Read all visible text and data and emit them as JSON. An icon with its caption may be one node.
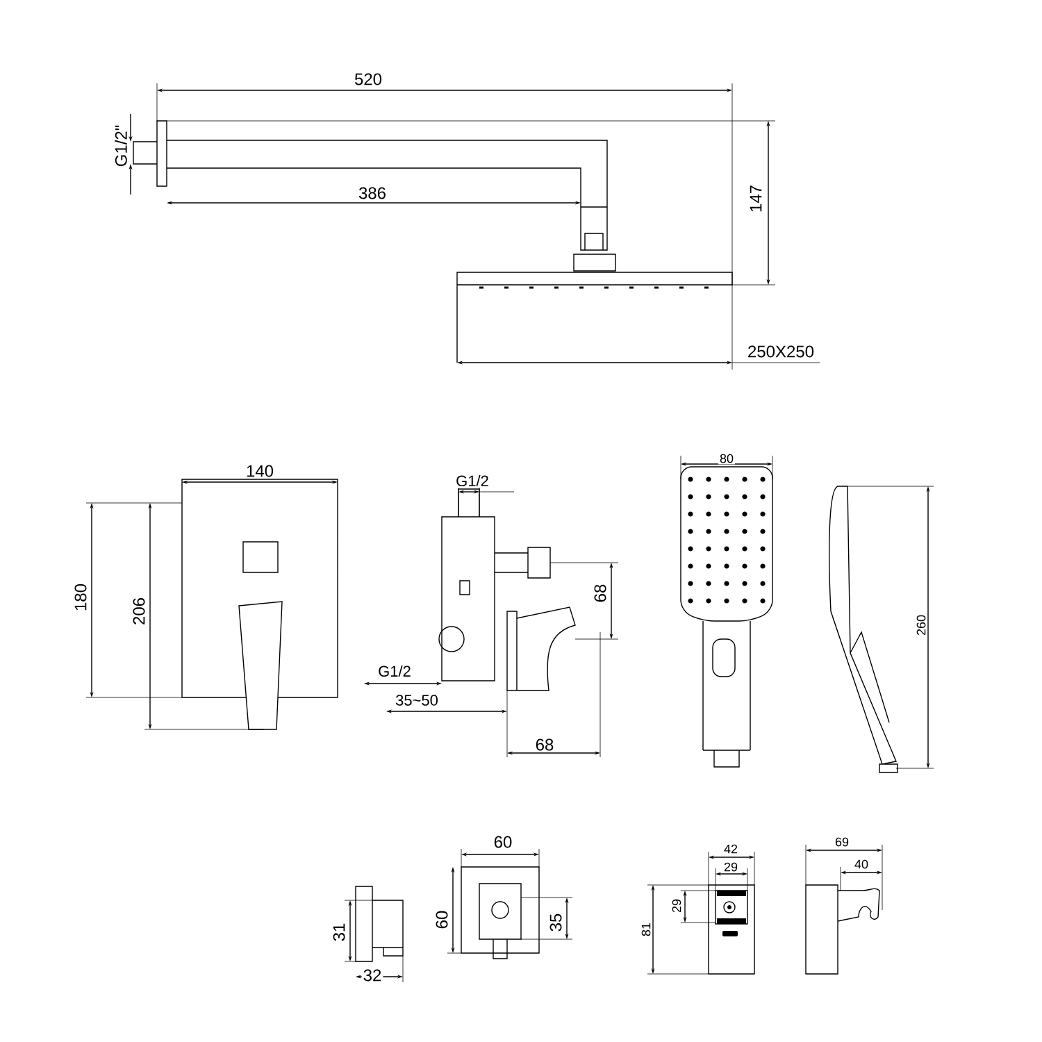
{
  "diagram": {
    "labels": [
      "520",
      "G1/2\"",
      "386",
      "147",
      "250X250",
      "140",
      "180",
      "206",
      "G1/2",
      "68",
      "G1/2",
      "35~50",
      "68",
      "80",
      "260",
      "60",
      "31",
      "60",
      "35",
      "32",
      "42",
      "29",
      "29",
      "81",
      "69",
      "40"
    ]
  }
}
